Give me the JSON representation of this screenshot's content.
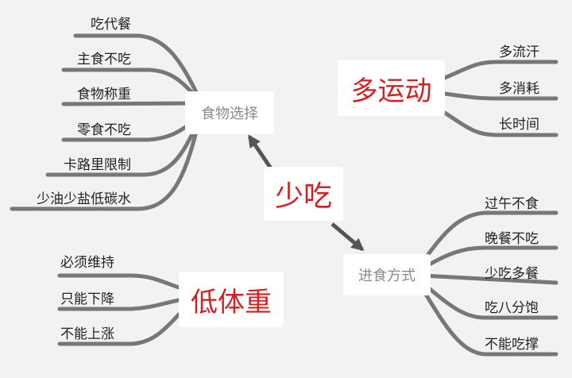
{
  "center": {
    "label": "少吃"
  },
  "food_choice": {
    "label": "食物选择",
    "leaves": [
      "吃代餐",
      "主食不吃",
      "食物称重",
      "零食不吃",
      "卡路里限制",
      "少油少盐低碳水"
    ]
  },
  "exercise": {
    "label": "多运动",
    "leaves": [
      "多流汗",
      "多消耗",
      "长时间"
    ]
  },
  "eating_method": {
    "label": "进食方式",
    "leaves": [
      "过午不食",
      "晚餐不吃",
      "少吃多餐",
      "吃八分饱",
      "不能吃撑"
    ]
  },
  "low_weight": {
    "label": "低体重",
    "leaves": [
      "必须维持",
      "只能下降",
      "不能上涨"
    ]
  },
  "colors": {
    "branch": "#777777",
    "accent_text": "#d42020",
    "secondary_text": "#8a8a8a",
    "arrow": "#555555"
  }
}
